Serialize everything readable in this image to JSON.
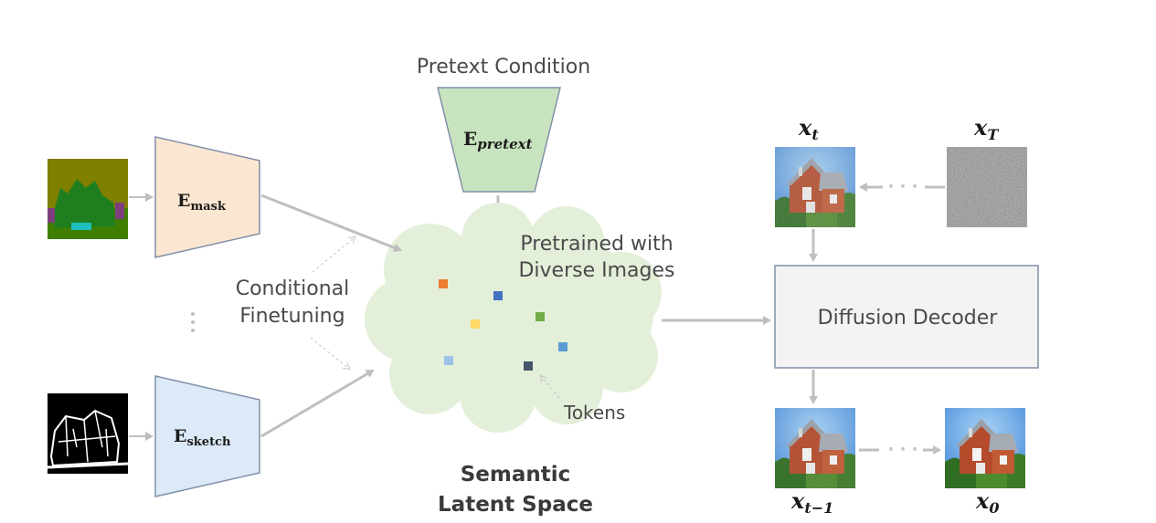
{
  "pretext_condition": "Pretext Condition",
  "encoders": {
    "pretext": {
      "main": "E",
      "sub": "pretext"
    },
    "mask": {
      "main": "E",
      "sub": "mask"
    },
    "sketch": {
      "main": "E",
      "sub": "sketch"
    }
  },
  "cloud": {
    "line1": "Pretrained with",
    "line2": "Diverse Images",
    "tokens_label": "Tokens"
  },
  "finetune": {
    "line1": "Conditional",
    "line2": "Finetuning"
  },
  "latent_space": {
    "line1": "Semantic",
    "line2": "Latent Space"
  },
  "decoder": "Diffusion Decoder",
  "math": {
    "xt": {
      "base": "x",
      "sub": "t"
    },
    "xT": {
      "base": "x",
      "sub": "T"
    },
    "xt1": {
      "base": "x",
      "sub": "t−1"
    },
    "x0": {
      "base": "x",
      "sub": "0"
    }
  },
  "ellipsis": "· · ·",
  "colors": {
    "pretext_fill": "#c8e4bf",
    "mask_fill": "#fbe6d2",
    "sketch_fill": "#dceaf8",
    "cloud_fill": "#e3efd9",
    "decoder_fill": "#f3f3f3",
    "border": "#8091a8",
    "arrow": "#bfbfbf"
  },
  "tokens": [
    {
      "color": "#ed7d31"
    },
    {
      "color": "#4472c4"
    },
    {
      "color": "#ffd966"
    },
    {
      "color": "#70ad47"
    },
    {
      "color": "#5b9bd5"
    },
    {
      "color": "#9dc3e6"
    },
    {
      "color": "#44546a"
    }
  ]
}
